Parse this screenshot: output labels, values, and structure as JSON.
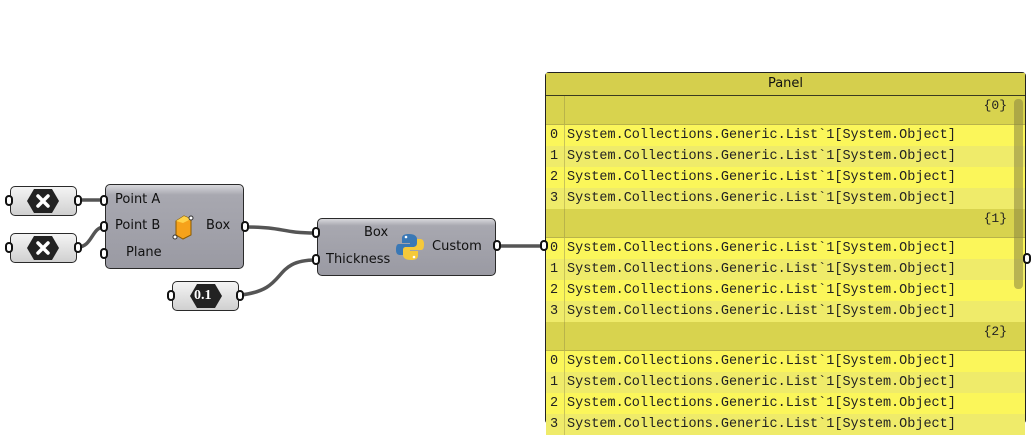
{
  "canvas": {
    "param_nodes": [
      {
        "id": "point-a-param",
        "icon": "x-hexagon-icon",
        "value": ""
      },
      {
        "id": "point-b-param",
        "icon": "x-hexagon-icon",
        "value": ""
      },
      {
        "id": "number-slider",
        "icon": "number-hexagon-icon",
        "value": "0.1"
      }
    ],
    "box_component": {
      "inputs": [
        "Point A",
        "Point B",
        "Plane"
      ],
      "output": "Box",
      "icon": "box-icon"
    },
    "python_component": {
      "inputs": [
        "Box",
        "Thickness"
      ],
      "output": "Custom",
      "icon": "python-icon"
    },
    "panel": {
      "title": "Panel",
      "branches": [
        {
          "path": "{0}",
          "items": [
            "System.Collections.Generic.List`1[System.Object]",
            "System.Collections.Generic.List`1[System.Object]",
            "System.Collections.Generic.List`1[System.Object]",
            "System.Collections.Generic.List`1[System.Object]"
          ]
        },
        {
          "path": "{1}",
          "items": [
            "System.Collections.Generic.List`1[System.Object]",
            "System.Collections.Generic.List`1[System.Object]",
            "System.Collections.Generic.List`1[System.Object]",
            "System.Collections.Generic.List`1[System.Object]"
          ]
        },
        {
          "path": "{2}",
          "items": [
            "System.Collections.Generic.List`1[System.Object]",
            "System.Collections.Generic.List`1[System.Object]",
            "System.Collections.Generic.List`1[System.Object]",
            "System.Collections.Generic.List`1[System.Object]"
          ]
        }
      ]
    },
    "colors": {
      "panel_bg": "#f6f262",
      "node_grey": "#9a9aa3",
      "wire": "#5a5a5a"
    }
  }
}
